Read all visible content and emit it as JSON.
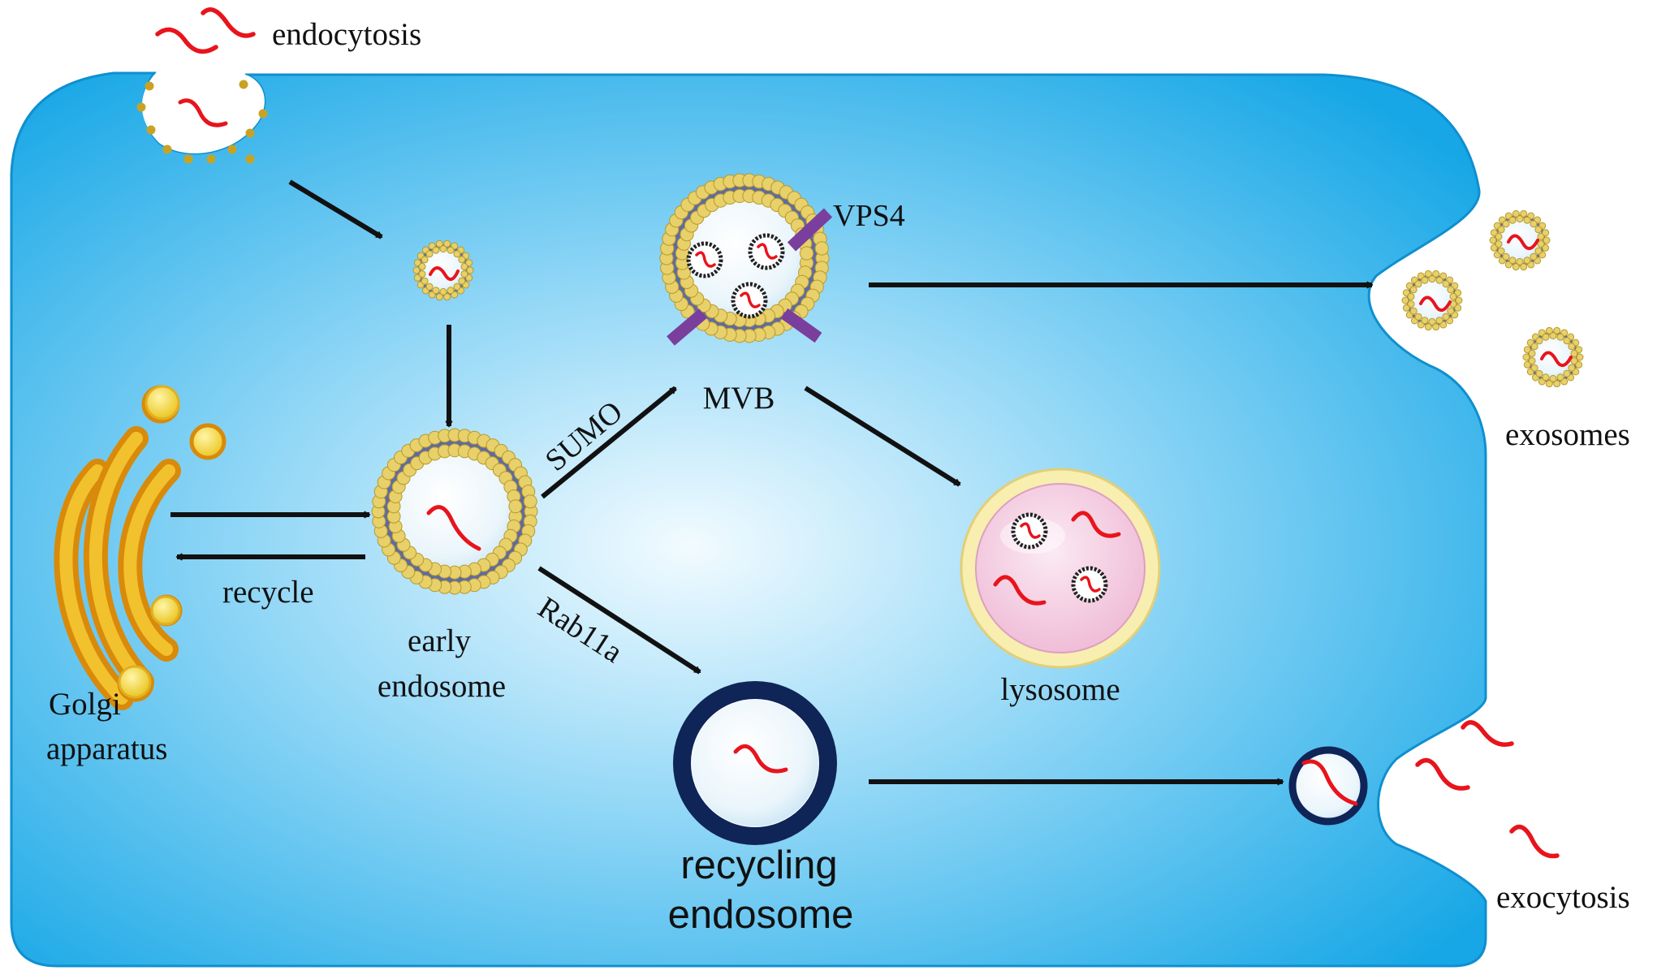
{
  "labels": {
    "endocytosis": "endocytosis",
    "vps4": "VPS4",
    "mvb": "MVB",
    "sumo": "SUMO",
    "rab11a": "Rab11a",
    "recycle": "recycle",
    "early_endosome_line1": "early",
    "early_endosome_line2": "endosome",
    "golgi_line1": "Golgi",
    "golgi_line2": "apparatus",
    "lysosome": "lysosome",
    "recycling_endosome_line1": "recycling",
    "recycling_endosome_line2": "endosome",
    "exosomes": "exosomes",
    "exocytosis": "exocytosis"
  },
  "colors": {
    "cytoplasm_center": "#f2fbff",
    "cytoplasm_mid": "#8fd6f6",
    "cytoplasm_edge": "#17a7e6",
    "cargo_rna": "#e8141c",
    "arrow": "#111111",
    "membrane_head": "#e8d06a",
    "membrane_tail": "#5d6aa6",
    "vps4": "#7a3e9d",
    "golgi_outer": "#d98a0a",
    "golgi_inner": "#f2c12e",
    "lysosome_rim": "#f7eeb0",
    "lysosome_fill": "#f3c9de",
    "recycling_ring": "#0f2457"
  }
}
